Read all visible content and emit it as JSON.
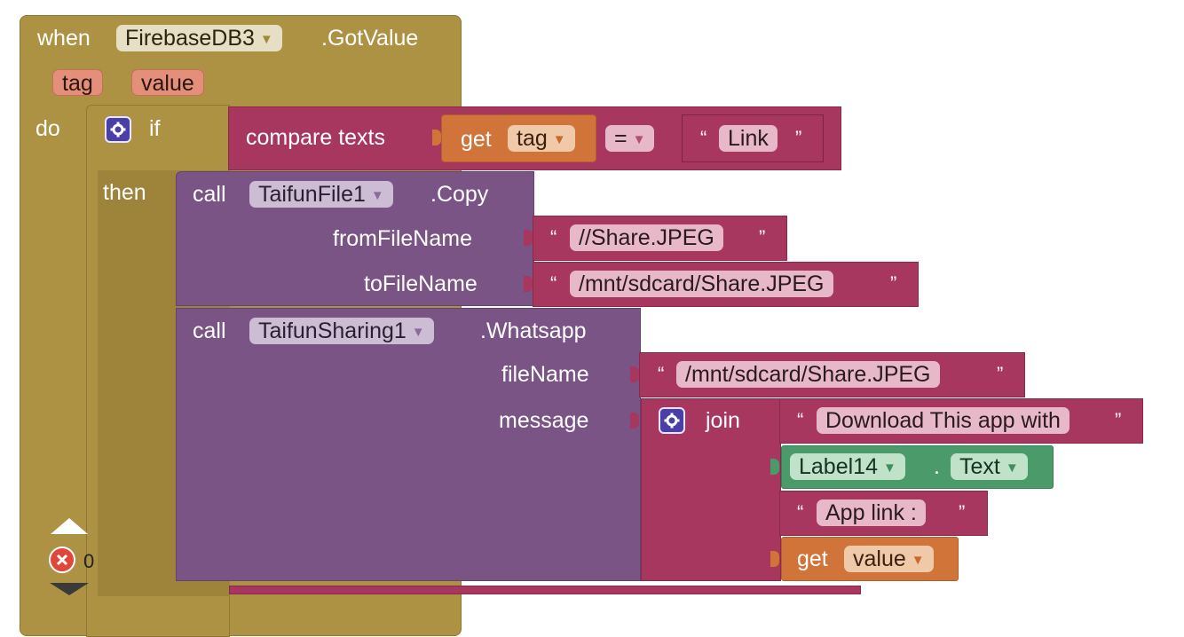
{
  "event": {
    "when": "when",
    "component": "FirebaseDB3",
    "event_name": ".GotValue",
    "params": [
      "tag",
      "value"
    ],
    "do": "do"
  },
  "if_block": {
    "if": "if",
    "then": "then"
  },
  "compare": {
    "label": "compare texts",
    "get": "get",
    "var": "tag",
    "op": "=",
    "literal": "Link"
  },
  "copy_call": {
    "call": "call",
    "component": "TaifunFile1",
    "method": ".Copy",
    "arg1_label": "fromFileName",
    "arg1_value": "//Share.JPEG",
    "arg2_label": "toFileName",
    "arg2_value": "/mnt/sdcard/Share.JPEG"
  },
  "share_call": {
    "call": "call",
    "component": "TaifunSharing1",
    "method": ".Whatsapp",
    "arg1_label": "fileName",
    "arg1_value": "/mnt/sdcard/Share.JPEG",
    "arg2_label": "message"
  },
  "join": {
    "label": "join",
    "text1": "Download This app with",
    "comp": "Label14",
    "dot": ".",
    "prop": "Text",
    "text2": "App link :",
    "get": "get",
    "var": "value"
  },
  "quotes": {
    "open": "“",
    "close": "”"
  },
  "workspace": {
    "warning_count": "0"
  },
  "colors": {
    "event": "#ae9244",
    "text": "#a8375f",
    "procedure": "#7a5484",
    "variable": "#d0743a",
    "component": "#4a9a6a",
    "mutator": "#4a3fa8"
  }
}
